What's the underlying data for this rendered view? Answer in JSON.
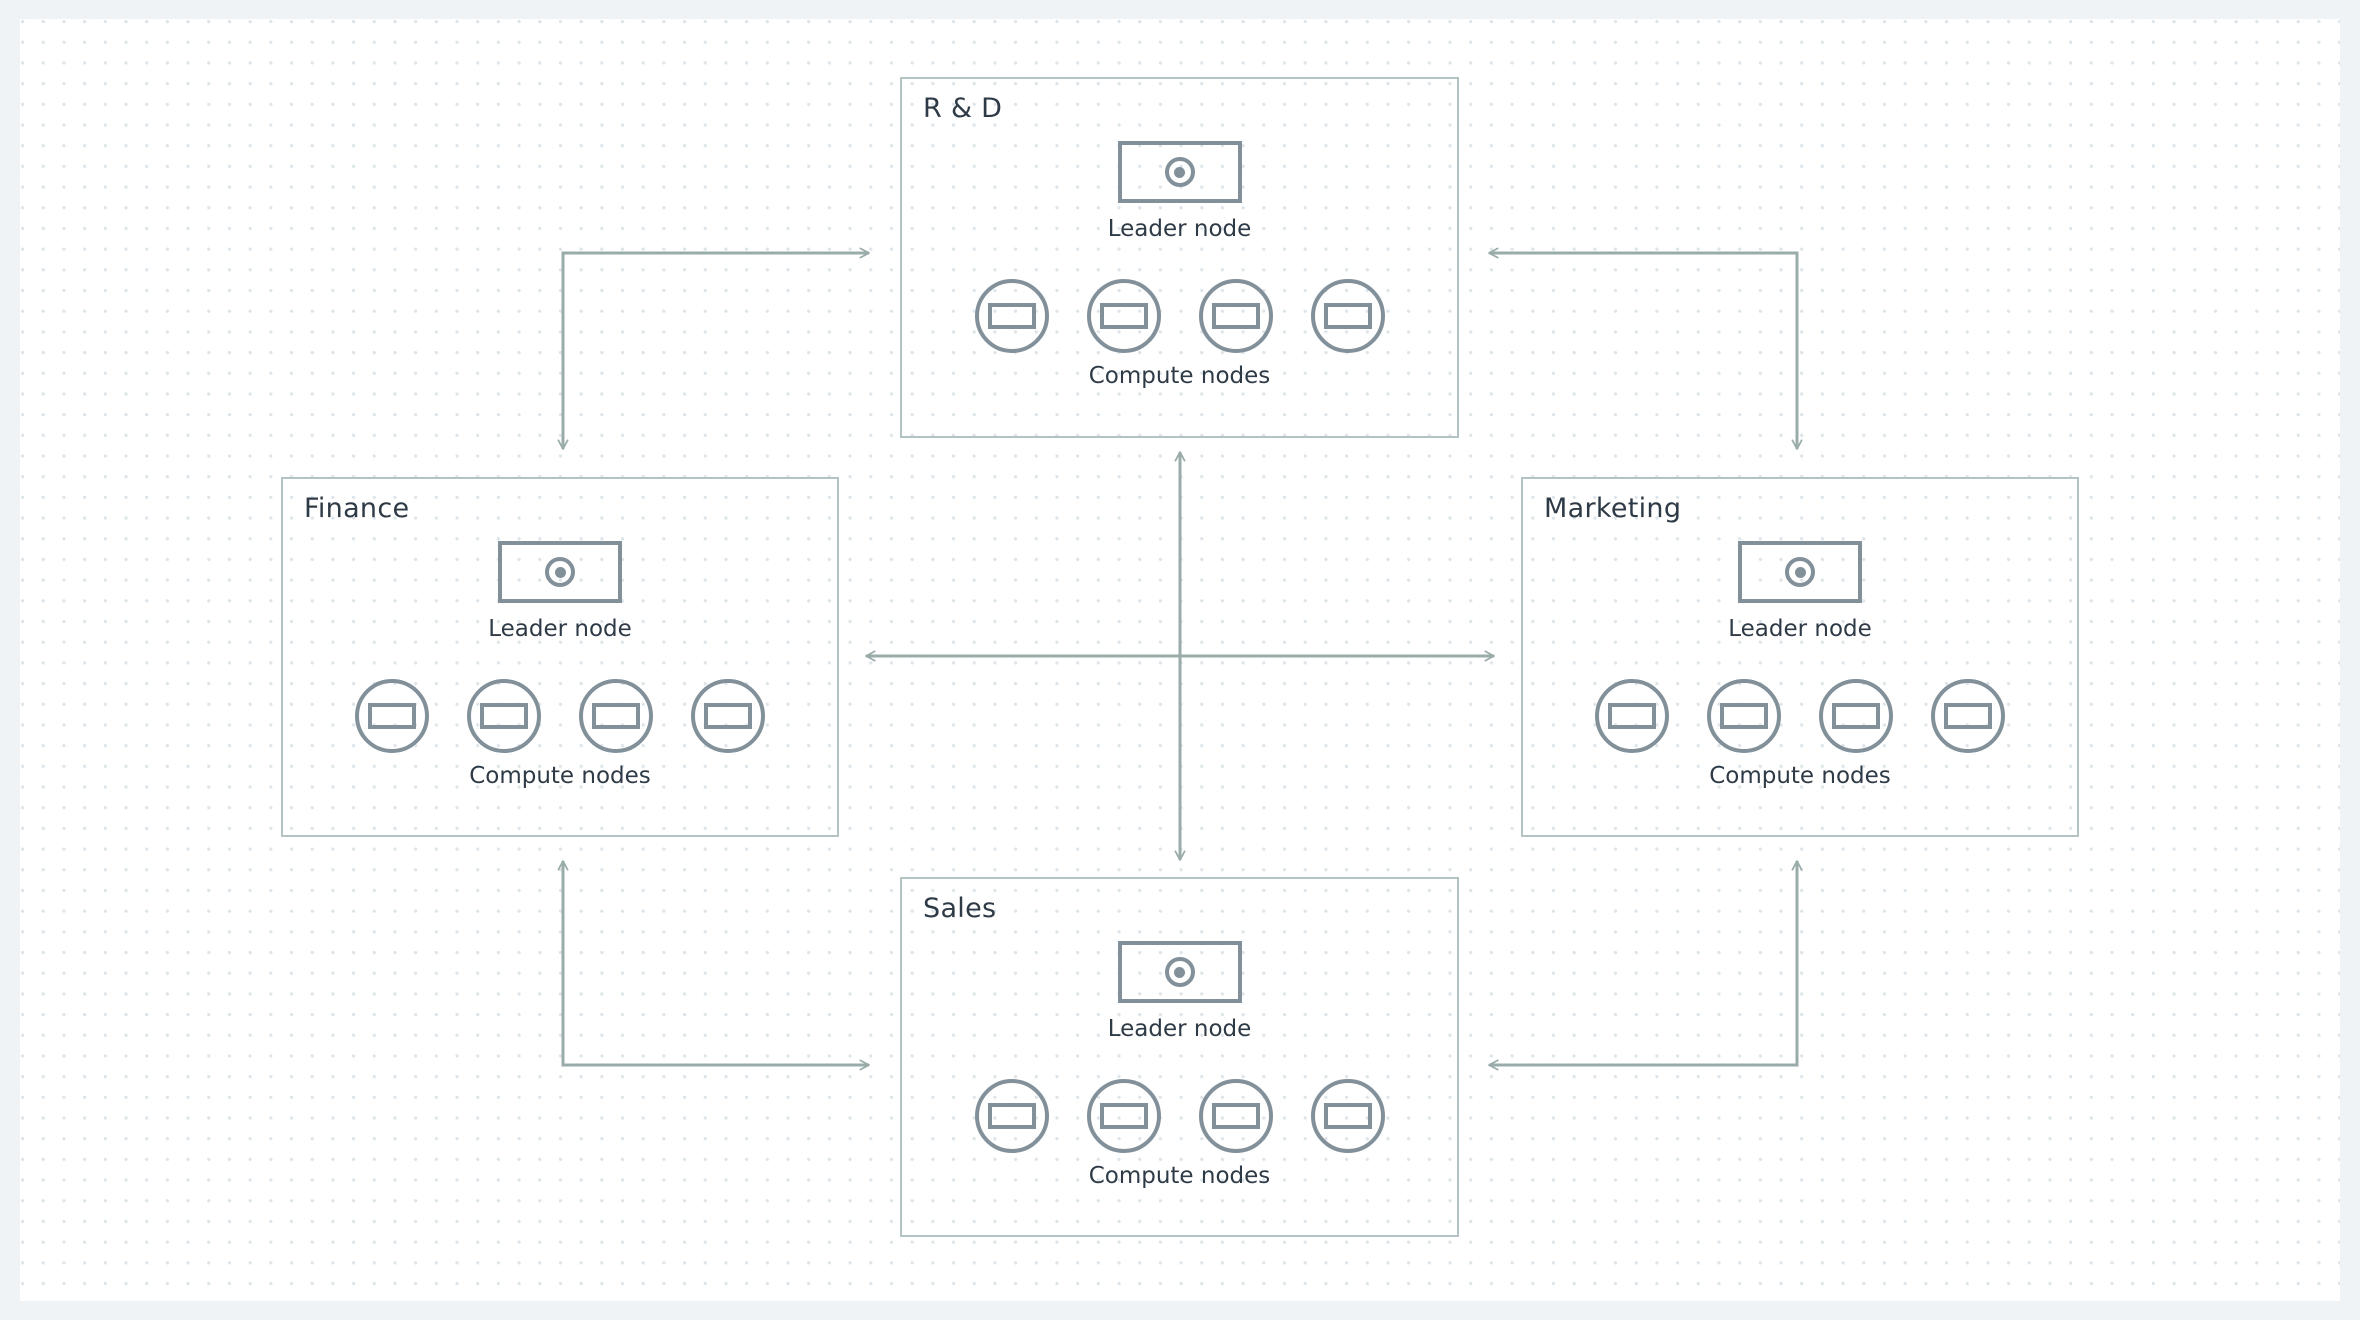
{
  "canvas": {
    "background_color": "#ffffff",
    "page_color": "#eff3f5",
    "dot_grid_color": "#dde5ea",
    "border_color": "#b3c2c2",
    "icon_color": "#82909a",
    "text_color": "#2e3a46",
    "edge_color": "#9aacaa"
  },
  "groups": [
    {
      "id": "rnd",
      "title": "R & D",
      "leader_label": "Leader node",
      "leader_icon": "leader-node-icon",
      "compute_label": "Compute nodes",
      "compute_icon": "compute-node-icon",
      "compute_count": 4
    },
    {
      "id": "finance",
      "title": "Finance",
      "leader_label": "Leader node",
      "leader_icon": "leader-node-icon",
      "compute_label": "Compute nodes",
      "compute_icon": "compute-node-icon",
      "compute_count": 4
    },
    {
      "id": "marketing",
      "title": "Marketing",
      "leader_label": "Leader node",
      "leader_icon": "leader-node-icon",
      "compute_label": "Compute nodes",
      "compute_icon": "compute-node-icon",
      "compute_count": 4
    },
    {
      "id": "sales",
      "title": "Sales",
      "leader_label": "Leader node",
      "leader_icon": "leader-node-icon",
      "compute_label": "Compute nodes",
      "compute_icon": "compute-node-icon",
      "compute_count": 4
    }
  ],
  "connections": [
    {
      "id": "finance-to-rnd",
      "from": "Finance",
      "to": "R & D",
      "style": "elbow",
      "arrowheads": "both-ends"
    },
    {
      "id": "rnd-to-marketing",
      "from": "R & D",
      "to": "Marketing",
      "style": "elbow",
      "arrowheads": "both-ends"
    },
    {
      "id": "finance-marketing",
      "from": "Finance",
      "to": "Marketing",
      "style": "straight-horizontal",
      "arrowheads": "both-ends"
    },
    {
      "id": "rnd-sales",
      "from": "R & D",
      "to": "Sales",
      "style": "straight-vertical",
      "arrowheads": "both-ends"
    },
    {
      "id": "sales-to-finance",
      "from": "Sales",
      "to": "Finance",
      "style": "elbow",
      "arrowheads": "both-ends"
    },
    {
      "id": "marketing-to-sales",
      "from": "Marketing",
      "to": "Sales",
      "style": "elbow",
      "arrowheads": "both-ends"
    }
  ]
}
